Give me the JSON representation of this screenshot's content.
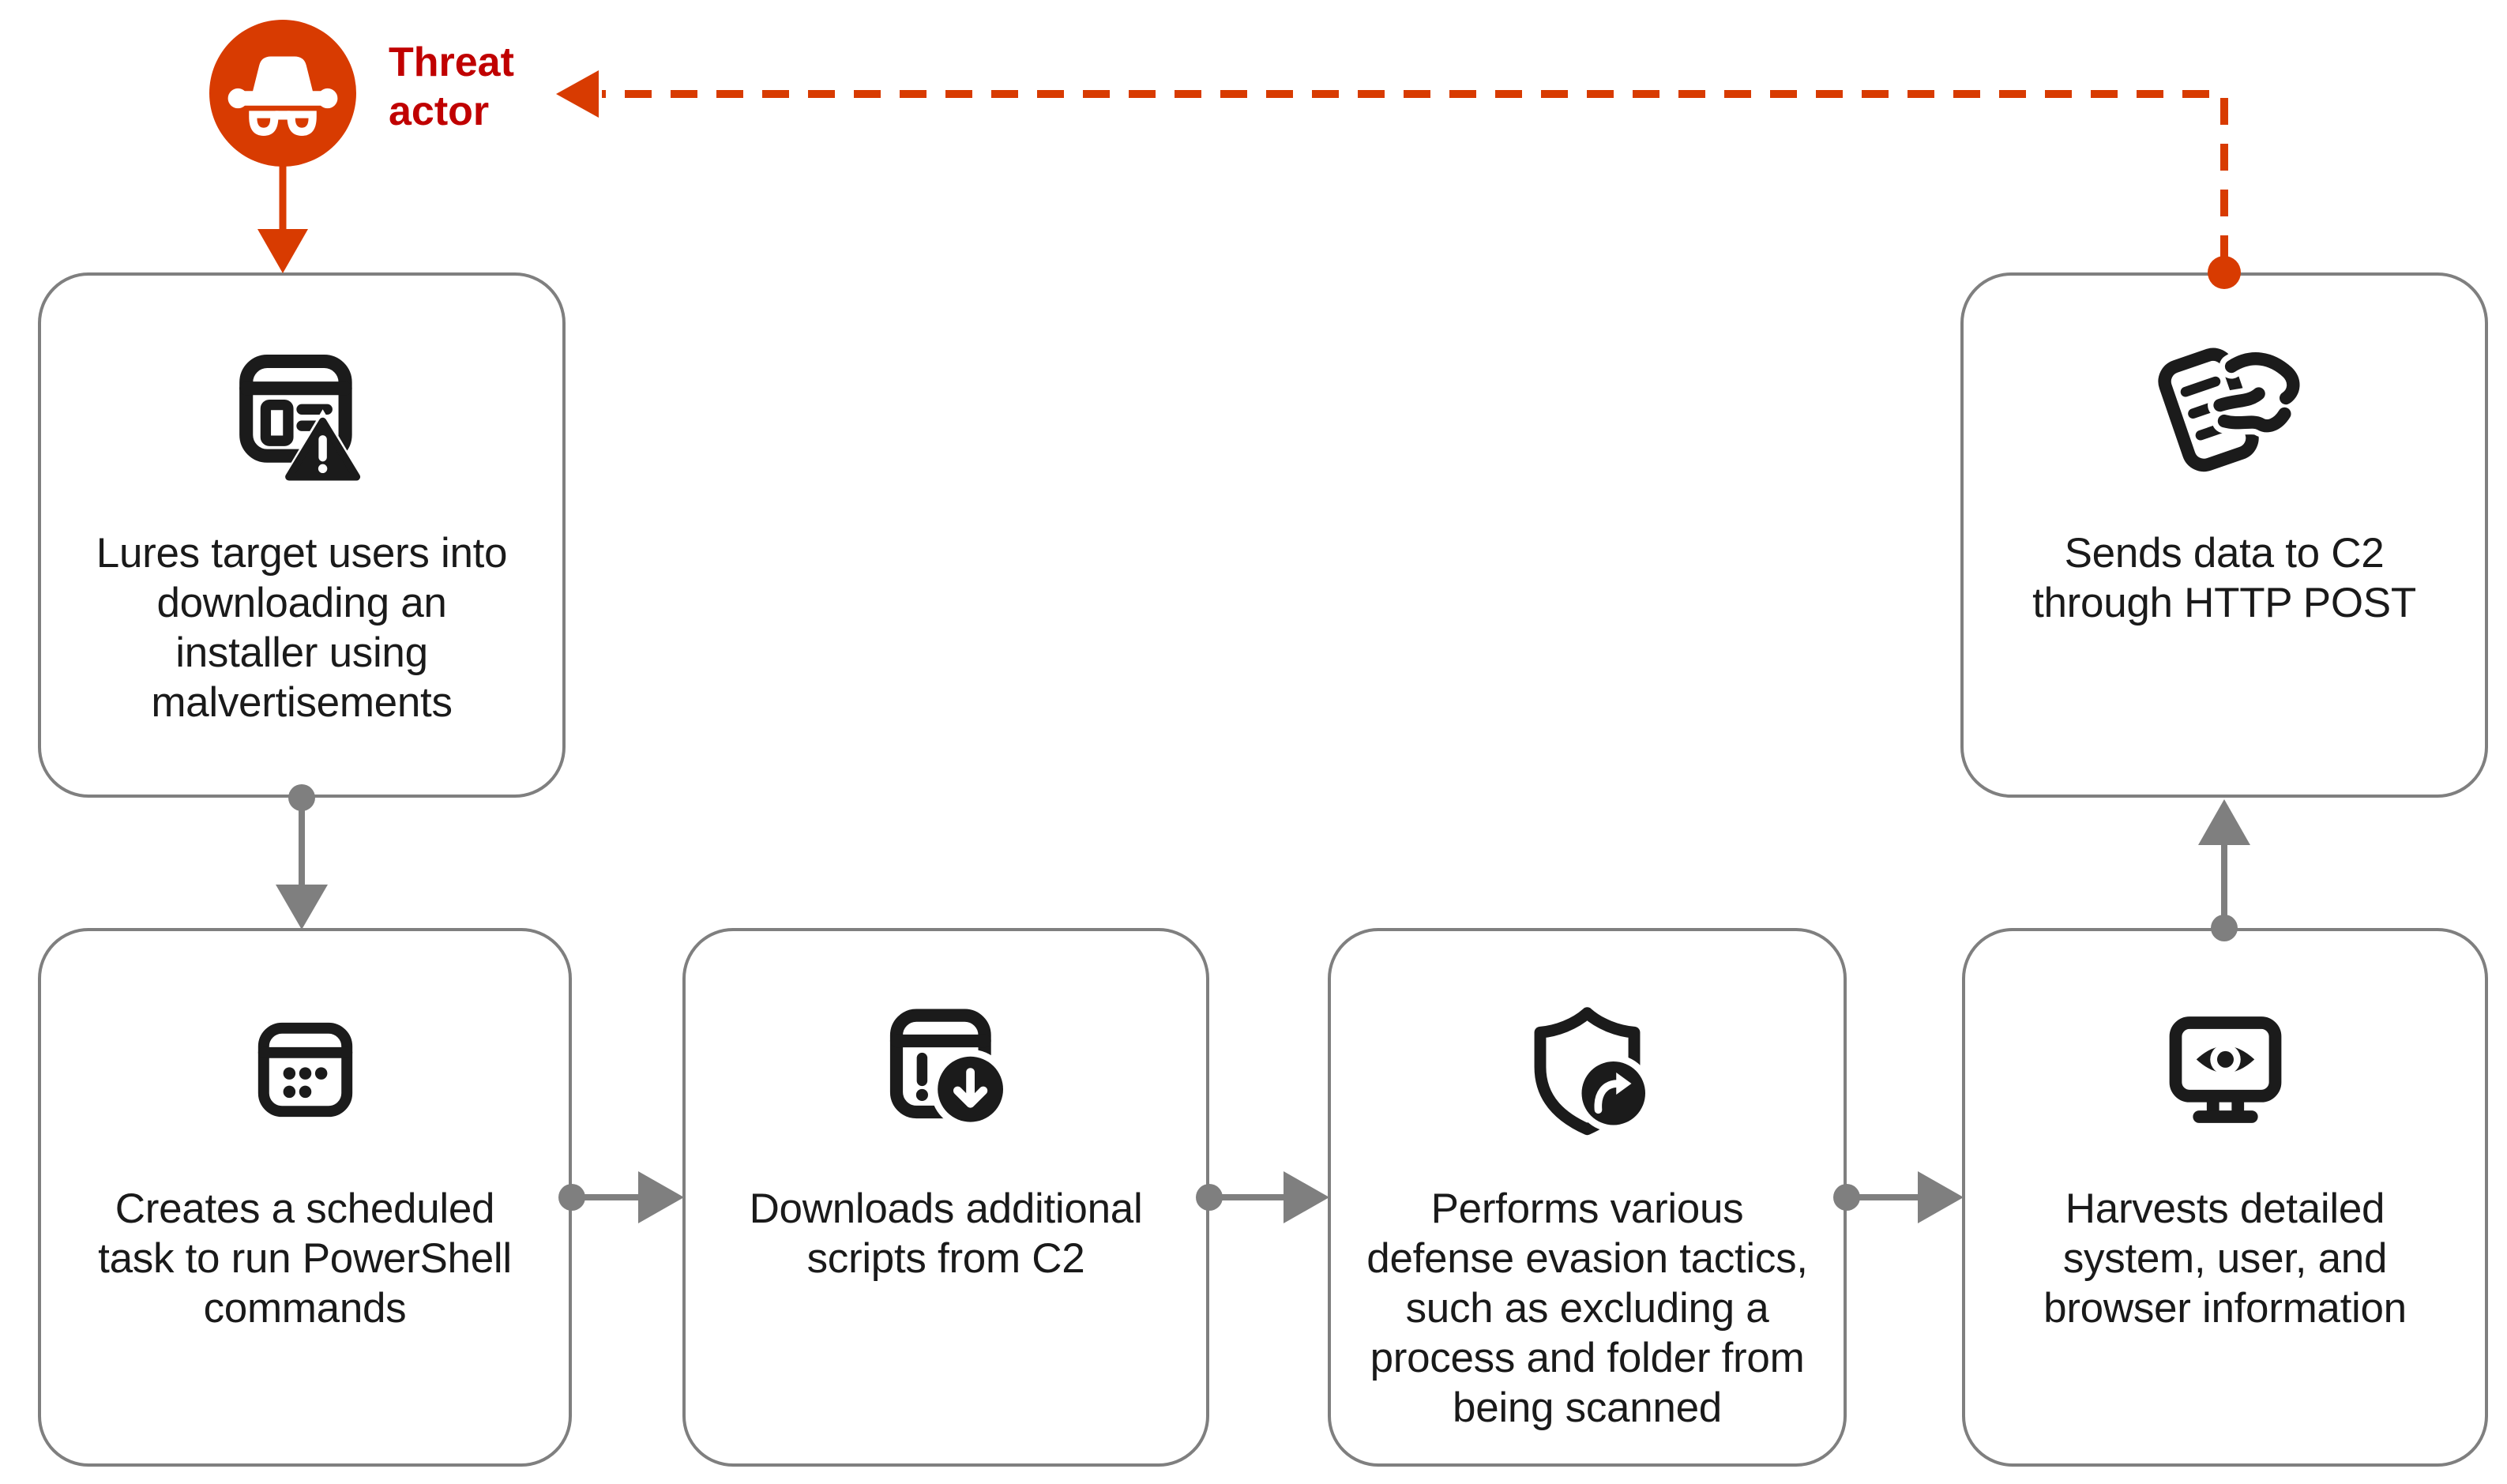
{
  "threat_actor": {
    "label": "Threat actor",
    "icon": "threat-actor-hat-glasses-icon"
  },
  "steps": [
    {
      "id": "lure-users",
      "icon": "browser-warning-icon",
      "text": "Lures target users into\ndownloading an\ninstaller using\nmalvertisements"
    },
    {
      "id": "scheduled-task",
      "icon": "calendar-task-icon",
      "text": "Creates a scheduled\ntask to run PowerShell\ncommands"
    },
    {
      "id": "download-scripts",
      "icon": "window-download-icon",
      "text": "Downloads additional\nscripts from C2"
    },
    {
      "id": "defense-evasion",
      "icon": "shield-redirect-icon",
      "text": "Performs various\ndefense evasion tactics,\nsuch as excluding a\nprocess and folder from\nbeing scanned"
    },
    {
      "id": "harvest-info",
      "icon": "monitor-eye-icon",
      "text": "Harvests detailed\nsystem, user, and\nbrowser information"
    },
    {
      "id": "send-data-c2",
      "icon": "document-exfiltration-icon",
      "text": "Sends data to C2\nthrough HTTP POST"
    }
  ],
  "connections": [
    {
      "from": "threat-actor",
      "to": "lure-users",
      "style": "solid-orange-arrow"
    },
    {
      "from": "lure-users",
      "to": "scheduled-task",
      "style": "solid-gray-arrow"
    },
    {
      "from": "scheduled-task",
      "to": "download-scripts",
      "style": "solid-gray-arrow"
    },
    {
      "from": "download-scripts",
      "to": "defense-evasion",
      "style": "solid-gray-arrow"
    },
    {
      "from": "defense-evasion",
      "to": "harvest-info",
      "style": "solid-gray-arrow"
    },
    {
      "from": "harvest-info",
      "to": "send-data-c2",
      "style": "solid-gray-arrow"
    },
    {
      "from": "send-data-c2",
      "to": "threat-actor",
      "style": "dashed-orange-arrow"
    }
  ],
  "colors": {
    "accent_orange": "#D83B01",
    "label_red": "#C00000",
    "connector_gray": "#7F7F7F",
    "icon_black": "#1b1b1b",
    "background": "#ffffff"
  }
}
